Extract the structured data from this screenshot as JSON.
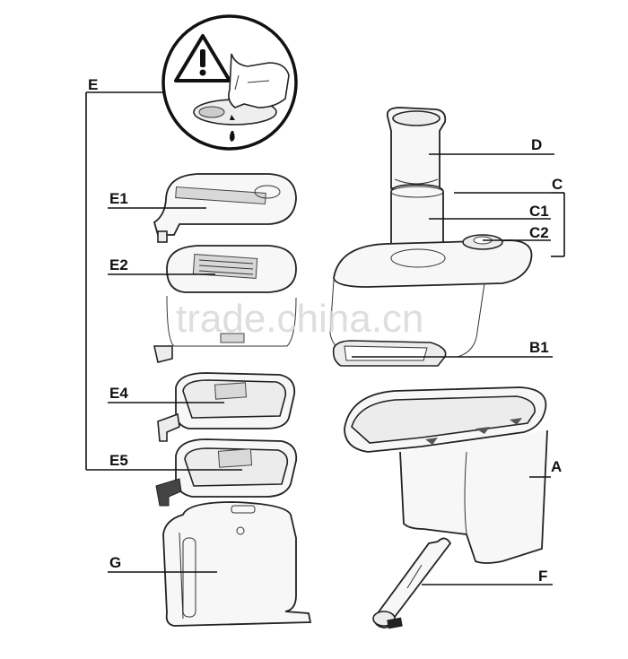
{
  "diagram": {
    "labels": {
      "E": "E",
      "E1": "E1",
      "E2": "E2",
      "E4": "E4",
      "E5": "E5",
      "G": "G",
      "D": "D",
      "C": "C",
      "C1": "C1",
      "C2": "C2",
      "B1": "B1",
      "A": "A",
      "F": "F"
    },
    "watermark": "trade.china.cn",
    "warning_icon": "warning-triangle-icon",
    "stroke_color": "#111111"
  }
}
